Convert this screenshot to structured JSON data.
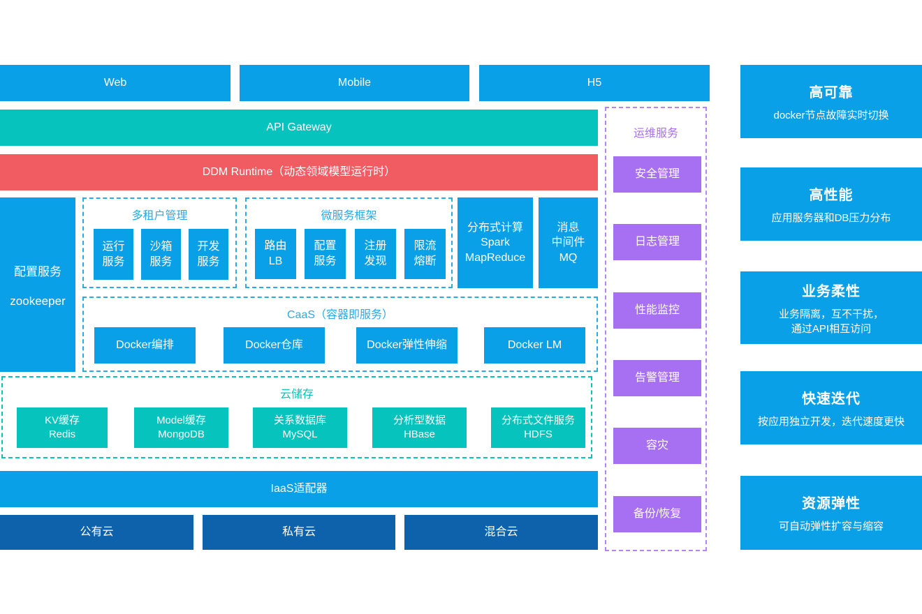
{
  "top_row": {
    "web": "Web",
    "mobile": "Mobile",
    "h5": "H5"
  },
  "gateway": {
    "label": "API Gateway"
  },
  "ddm": {
    "label": "DDM Runtime（动态领域模型运行时）"
  },
  "config_service": {
    "line1": "配置服务",
    "line2": "zookeeper"
  },
  "tenant": {
    "title": "多租户管理",
    "items": [
      "运行\n服务",
      "沙箱\n服务",
      "开发\n服务"
    ]
  },
  "microservice": {
    "title": "微服务框架",
    "items": [
      "路由\nLB",
      "配置\n服务",
      "注册\n发现",
      "限流\n熔断"
    ]
  },
  "compute": {
    "label": "分布式计算\nSpark\nMapReduce"
  },
  "mq": {
    "label": "消息\n中间件\nMQ"
  },
  "caas": {
    "title": "CaaS（容器即服务）",
    "items": [
      "Docker编排",
      "Docker仓库",
      "Docker弹性伸缩",
      "Docker LM"
    ]
  },
  "storage": {
    "title": "云储存",
    "items": [
      "KV缓存\nRedis",
      "Model缓存\nMongoDB",
      "关系数据库\nMySQL",
      "分析型数据\nHBase",
      "分布式文件服务\nHDFS"
    ]
  },
  "iaas": {
    "label": "IaaS适配器"
  },
  "clouds": {
    "items": [
      "公有云",
      "私有云",
      "混合云"
    ]
  },
  "ops": {
    "title": "运维服务",
    "items": [
      "安全管理",
      "日志管理",
      "性能监控",
      "告警管理",
      "容灾",
      "备份/恢复"
    ]
  },
  "benefits": [
    {
      "title": "高可靠",
      "desc": "docker节点故障实时切换"
    },
    {
      "title": "高性能",
      "desc": "应用服务器和DB压力分布"
    },
    {
      "title": "业务柔性",
      "desc": "业务隔离，互不干扰，\n通过API相互访问"
    },
    {
      "title": "快速迭代",
      "desc": "按应用独立开发，迭代速度更快"
    },
    {
      "title": "资源弹性",
      "desc": "可自动弹性扩容与缩容"
    }
  ],
  "colors": {
    "blue": "#09A0E8",
    "teal": "#06C3BD",
    "red": "#F15B62",
    "purple": "#A770F2",
    "darkblue": "#0E62AC",
    "dblue": "#2BA9E8",
    "dteal": "#06C3BD",
    "dpurple": "#B584F5"
  }
}
